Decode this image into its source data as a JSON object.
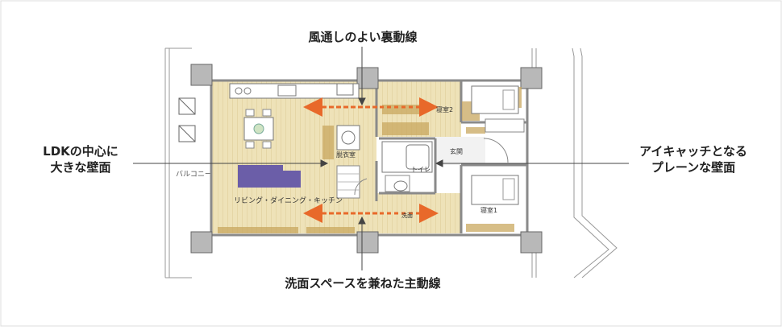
{
  "callouts": {
    "top": "風通しのよい裏動線",
    "bottom": "洗面スペースを兼ねた主動線",
    "left_line1": "LDKの中心に",
    "left_line2": "大きな壁面",
    "right_line1": "アイキャッチとなる",
    "right_line2": "プレーンな壁面"
  },
  "rooms": {
    "balcony": "バルコニー",
    "ldk": "リビング・ダイニング・キッチン",
    "dressing": "脱衣室",
    "toilet": "トイレ",
    "washroom": "洗面",
    "entrance": "玄関",
    "bedroom1": "寝室1",
    "bedroom2": "寝室2"
  },
  "colors": {
    "floor": "#eee2b8",
    "accent_arrow": "#e8692a",
    "wall": "#8a8a8a",
    "sofa": "#6b5ea8",
    "column": "#b8b8b8",
    "furniture": "#c9a85f",
    "frame_border": "#dcdcdc"
  }
}
